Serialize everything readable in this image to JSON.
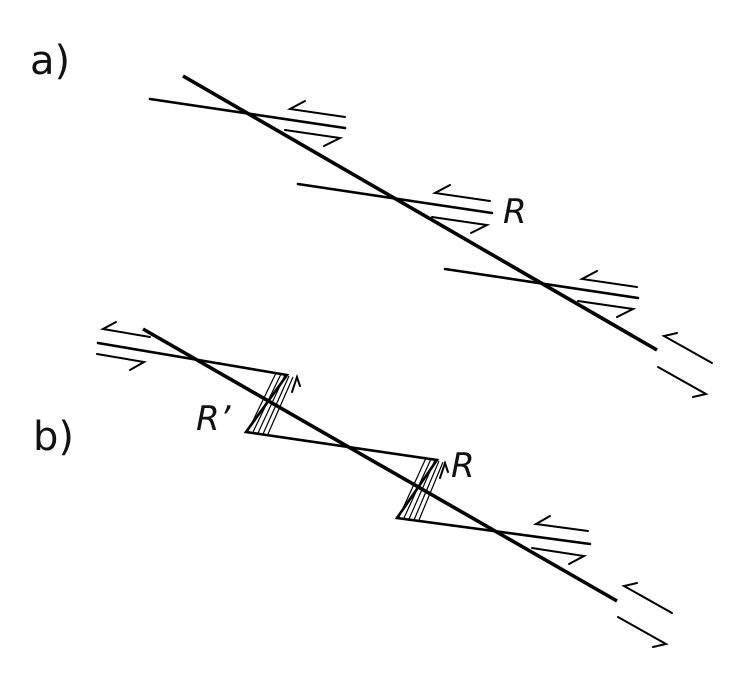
{
  "labels": {
    "panel_a": "a)",
    "panel_b": "b)",
    "r_a": "R",
    "r_b": "R",
    "r_prime": "R’"
  }
}
